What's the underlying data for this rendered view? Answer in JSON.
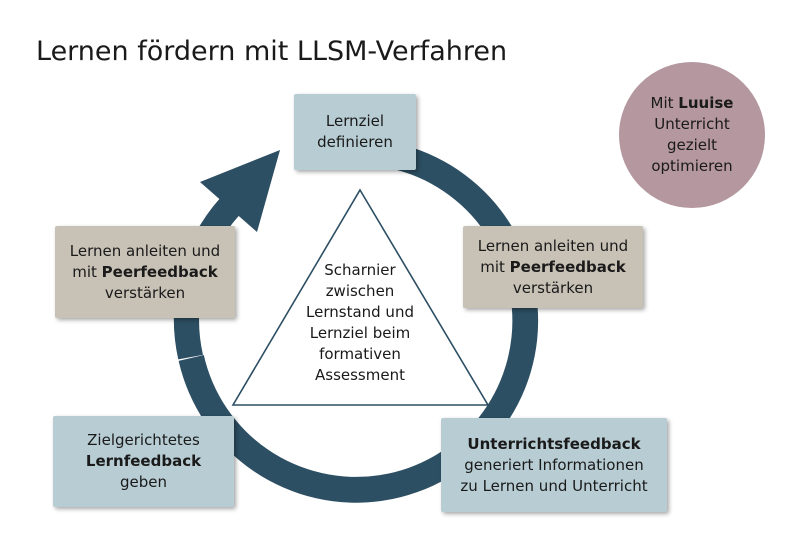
{
  "title": "Lernen fördern mit LLSM-Verfahren",
  "colors": {
    "ring": "#2d4f63",
    "blue_box": "#b7ccd3",
    "grey_box": "#c8c1b6",
    "circle": "#b4979f",
    "triangle_stroke": "#2d4f63"
  },
  "boxes": {
    "goal": {
      "line1": "Lernziel",
      "line2": "definieren"
    },
    "peer_right": {
      "line1": "Lernen anleiten und",
      "line2_pre": "mit ",
      "line2_bold": "Peerfeedback",
      "line3": "verstärken"
    },
    "peer_left": {
      "line1": "Lernen anleiten und",
      "line2_pre": "mit ",
      "line2_bold": "Peerfeedback",
      "line3": "verstärken"
    },
    "learn": {
      "line1": "Zielgerichtetes",
      "line2_bold": "Lernfeedback",
      "line3": "geben"
    },
    "teach": {
      "line1_bold": "Unterrichtsfeedback",
      "line2": "generiert Informationen",
      "line3": "zu Lernen und Unterricht"
    }
  },
  "luuise": {
    "line1_pre": "Mit ",
    "line1_bold": "Luuise",
    "line2": "Unterricht",
    "line3": "gezielt",
    "line4": "optimieren"
  },
  "triangle": {
    "lines": [
      "Scharnier",
      "zwischen",
      "Lernstand und",
      "Lernziel beim",
      "formativen",
      "Assessment"
    ]
  }
}
